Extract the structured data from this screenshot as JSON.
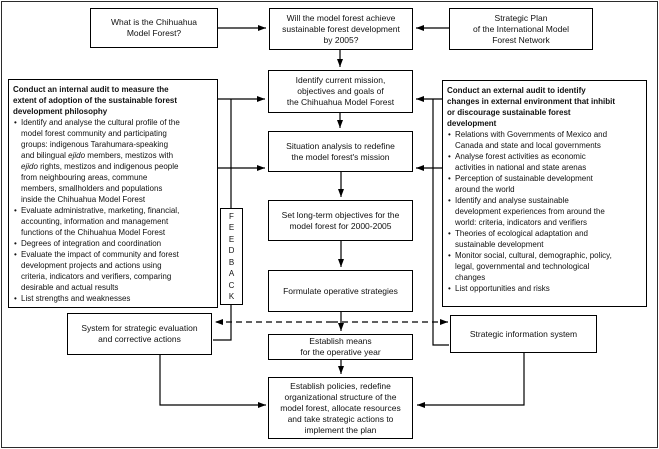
{
  "title": "Chihuahua Model Forest strategic planning flowchart",
  "colors": {
    "line": "#000000",
    "box_border": "#000000",
    "background": "#ffffff",
    "text": "#111111"
  },
  "boxes": {
    "what_is": {
      "text": "What is the Chihuahua\nModel Forest?"
    },
    "central_question": {
      "text": "Will the model forest achieve\nsustainable forest development\nby 2005?"
    },
    "strategic_plan": {
      "text": "Strategic Plan\nof the International Model\nForest Network"
    },
    "identify_mission": {
      "text": "Identify current mission,\nobjectives and goals of\nthe Chihuahua Model Forest"
    },
    "situation_analysis": {
      "text": "Situation analysis to redefine\nthe model forest's mission"
    },
    "long_term_objectives": {
      "text": "Set long-term objectives for the\nmodel forest for 2000-2005"
    },
    "operative_strategies": {
      "text": "Formulate operative strategies"
    },
    "establish_means": {
      "text": "Establish means\nfor the operative year"
    },
    "implement_plan": {
      "text": "Establish policies, redefine\norganizational structure of the\nmodel forest, allocate resources\nand take strategic actions to\nimplement the plan"
    },
    "evaluation_system": {
      "text": "System for strategic evaluation\nand corrective actions"
    },
    "information_system": {
      "text": "Strategic information system"
    },
    "feedback": {
      "text": "F\nE\nE\nD\nB\nA\nC\nK"
    }
  },
  "internal_audit": {
    "title": "Conduct an internal audit to measure the\nextent of adoption of the sustainable forest\ndevelopment philosophy",
    "bullets": [
      "Identify and analyse the cultural profile of the\nmodel forest community and participating\ngroups: indigenous Tarahumara-speaking\nand bilingual *ejido* members, mestizos with\n*ejido* rights, mestizos and indigenous people\nfrom neighbouring areas, commune\nmembers, smallholders and populations\ninside the Chihuahua Model Forest",
      "Evaluate administrative, marketing, financial,\naccounting, information and management\nfunctions of the Chihuahua Model Forest",
      "Degrees of integration and coordination",
      "Evaluate the impact of community and forest\ndevelopment projects and actions using\ncriteria, indicators and verifiers, comparing\ndesirable and actual results",
      "List strengths and weaknesses"
    ]
  },
  "external_audit": {
    "title": "Conduct an external audit to identify\nchanges in external environment that inhibit\nor discourage sustainable forest\ndevelopment",
    "bullets": [
      "Relations with Governments of Mexico and\nCanada and state and local governments",
      "Analyse forest activities as economic\nactivities in national and state arenas",
      "Perception of sustainable development\naround the world",
      "Identify and analyse sustainable\ndevelopment experiences from around the\nworld: criteria, indicators and verifiers",
      "Theories of ecological adaptation and\nsustainable development",
      "Monitor social, cultural, demographic, policy,\nlegal, governmental and technological\nchanges",
      "List opportunities and risks"
    ]
  }
}
